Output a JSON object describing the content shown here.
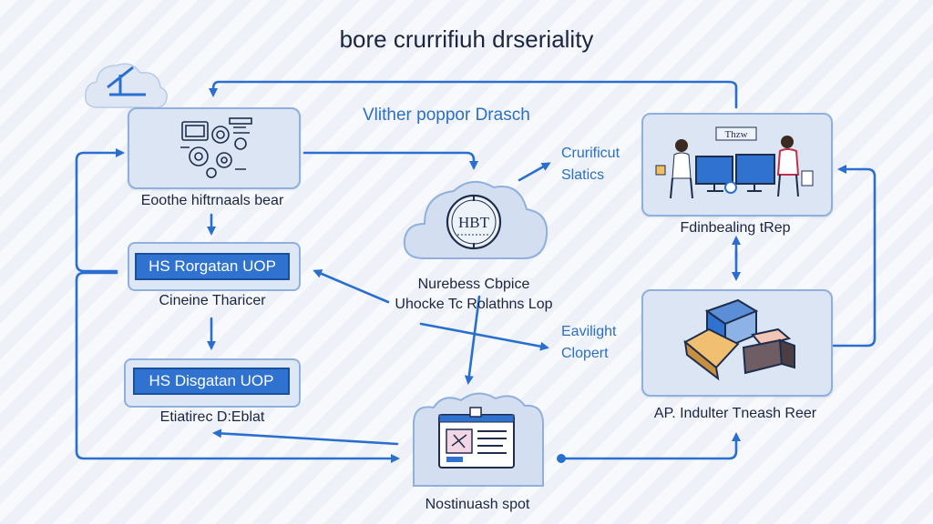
{
  "title": "bore crurrifiuh drseriality",
  "subtitle": "Vlither poppor Drasch",
  "nodes": {
    "top_left_label": "Eoothe hiftrnaals bear",
    "center_label_1": "Nurebess Cbpice",
    "center_label_2": "Uhocke Tc Rolathns Lop",
    "right_top_label": "Fdinbealing tRep",
    "right_bottom_label": "AP. Indulter Tneash Reer",
    "bottom_label": "Nostinuash spot",
    "cloud_badge": "HBT",
    "monitor_sign": "Thzw"
  },
  "buttons": {
    "button_1": "HS Rorgatan UOP",
    "button_2": "HS Disgatan UOP"
  },
  "left_labels": {
    "label_1": "Cineine Tharicer",
    "label_2": "Etiatirec D:Eblat"
  },
  "side_labels": {
    "critical_1": "Crurificut",
    "critical_2": "Slatics",
    "eavilight_1": "Eavilight",
    "eavilight_2": "Clopert"
  },
  "colors": {
    "accent": "#2f72cf",
    "arrow": "#2a6fcf",
    "panel_fill": "#dbe5f3",
    "panel_border": "#8fb0dd"
  }
}
